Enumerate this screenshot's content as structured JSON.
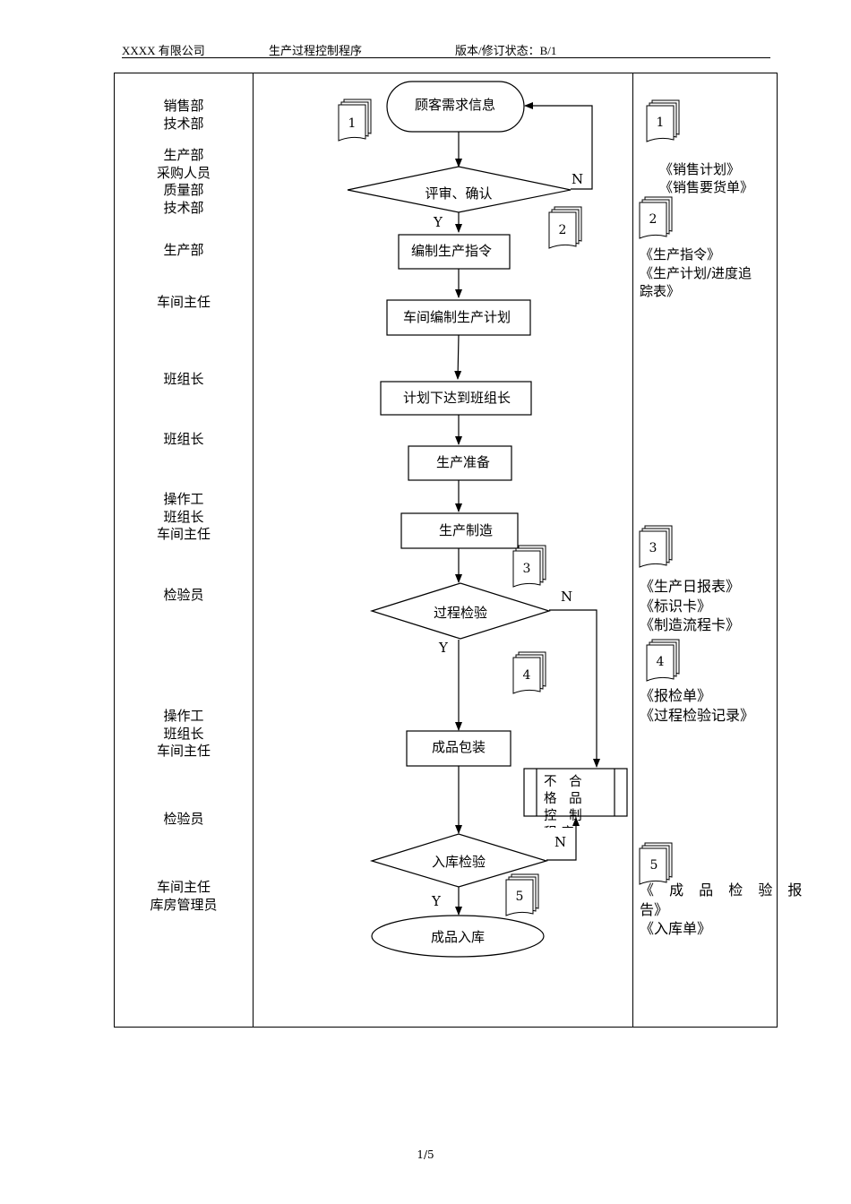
{
  "header": {
    "company": "XXXX 有限公司",
    "title": "生产过程控制程序",
    "version": "版本/修订状态：B/1"
  },
  "departments": [
    {
      "lines": [
        "销售部",
        "技术部"
      ]
    },
    {
      "lines": [
        "生产部",
        "采购人员",
        "质量部",
        "技术部"
      ]
    },
    {
      "lines": [
        "生产部"
      ]
    },
    {
      "lines": [
        "车间主任"
      ]
    },
    {
      "lines": [
        "班组长"
      ]
    },
    {
      "lines": [
        "班组长"
      ]
    },
    {
      "lines": [
        "操作工",
        "班组长",
        "车间主任"
      ]
    },
    {
      "lines": [
        "检验员"
      ]
    },
    {
      "lines": [
        "操作工",
        "班组长",
        "车间主任"
      ]
    },
    {
      "lines": [
        "检验员"
      ]
    },
    {
      "lines": [
        "车间主任",
        "库房管理员"
      ]
    }
  ],
  "flow": {
    "start": "顾客需求信息",
    "review": "评审、确认",
    "step_order": "编制生产指令",
    "step_plan": "车间编制生产计划",
    "step_issue": "计划下达到班组长",
    "step_prepare": "生产准备",
    "step_make": "生产制造",
    "inspect_process": "过程检验",
    "step_pack": "成品包装",
    "nonconform": "不 合 格 品 控 制 程序",
    "inspect_store": "入库检验",
    "end": "成品入库",
    "yes": "Y",
    "no": "N",
    "doc_nums": [
      "1",
      "2",
      "3",
      "4",
      "5"
    ]
  },
  "records": [
    {
      "num": "1",
      "items": [
        "《销售计划》",
        "《销售要货单》"
      ]
    },
    {
      "num": "2",
      "items": [
        "《生产指令》",
        "《生产计划/进度追",
        "踪表》"
      ]
    },
    {
      "num": "3",
      "items": [
        "《生产日报表》",
        "《标识卡》",
        "《制造流程卡》"
      ]
    },
    {
      "num": "4",
      "items": [
        "《报检单》",
        "《过程检验记录》"
      ]
    },
    {
      "num": "5",
      "items": [
        "《 成 品 检 验 报",
        "告》",
        "《入库单》"
      ]
    }
  ],
  "footer": {
    "page": "1/5"
  }
}
